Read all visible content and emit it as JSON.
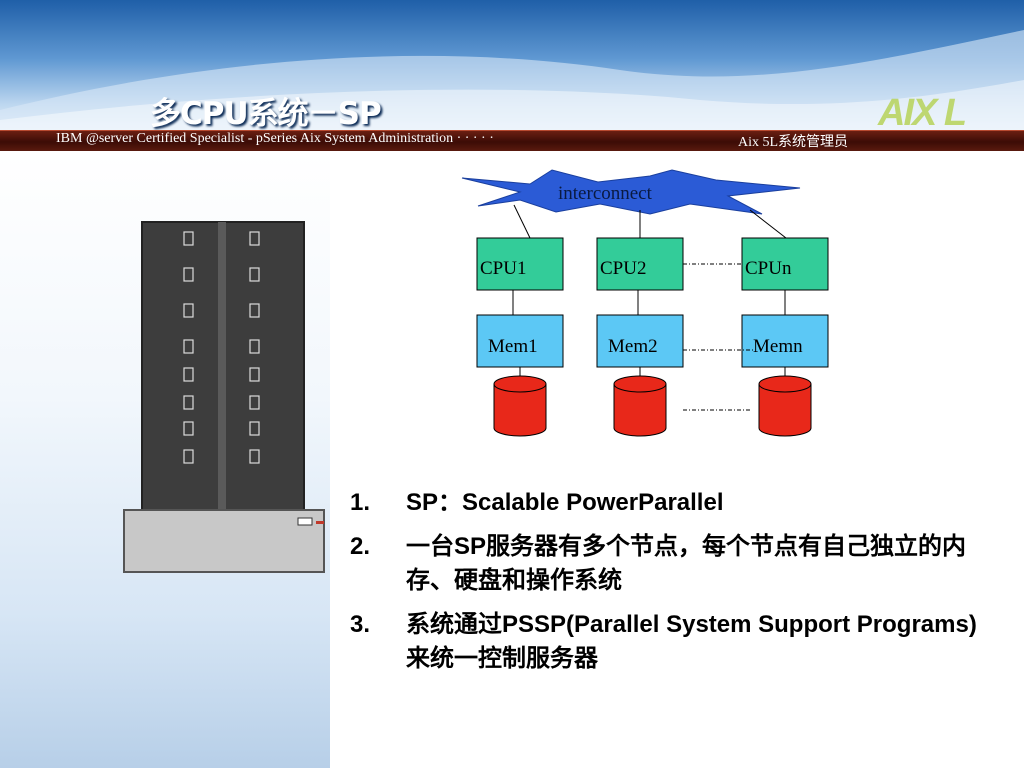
{
  "slide": {
    "title": "多CPU系统－SP",
    "header_left": "IBM @server Certified Specialist - pSeries Aix System Administration · · · · ·",
    "header_right": "Aix 5L系统管理员",
    "logo_text": "AIX L"
  },
  "diagram": {
    "interconnect_label": "interconnect",
    "cpus": [
      "CPU1",
      "CPU2",
      "CPUn"
    ],
    "mems": [
      "Mem1",
      "Mem2",
      "Memn"
    ],
    "colors": {
      "cpu_fill": "#33cc99",
      "mem_fill": "#5cc8f5",
      "disk_fill": "#e8281a",
      "interconnect_fill": "#2b5bd6"
    }
  },
  "bullets": [
    {
      "num": "1.",
      "text": "SP：Scalable PowerParallel"
    },
    {
      "num": "2.",
      "text": "一台SP服务器有多个节点，每个节点有自己独立的内存、硬盘和操作系统"
    },
    {
      "num": "3.",
      "text": "系统通过PSSP(Parallel System Support Programs)来统一控制服务器"
    }
  ]
}
